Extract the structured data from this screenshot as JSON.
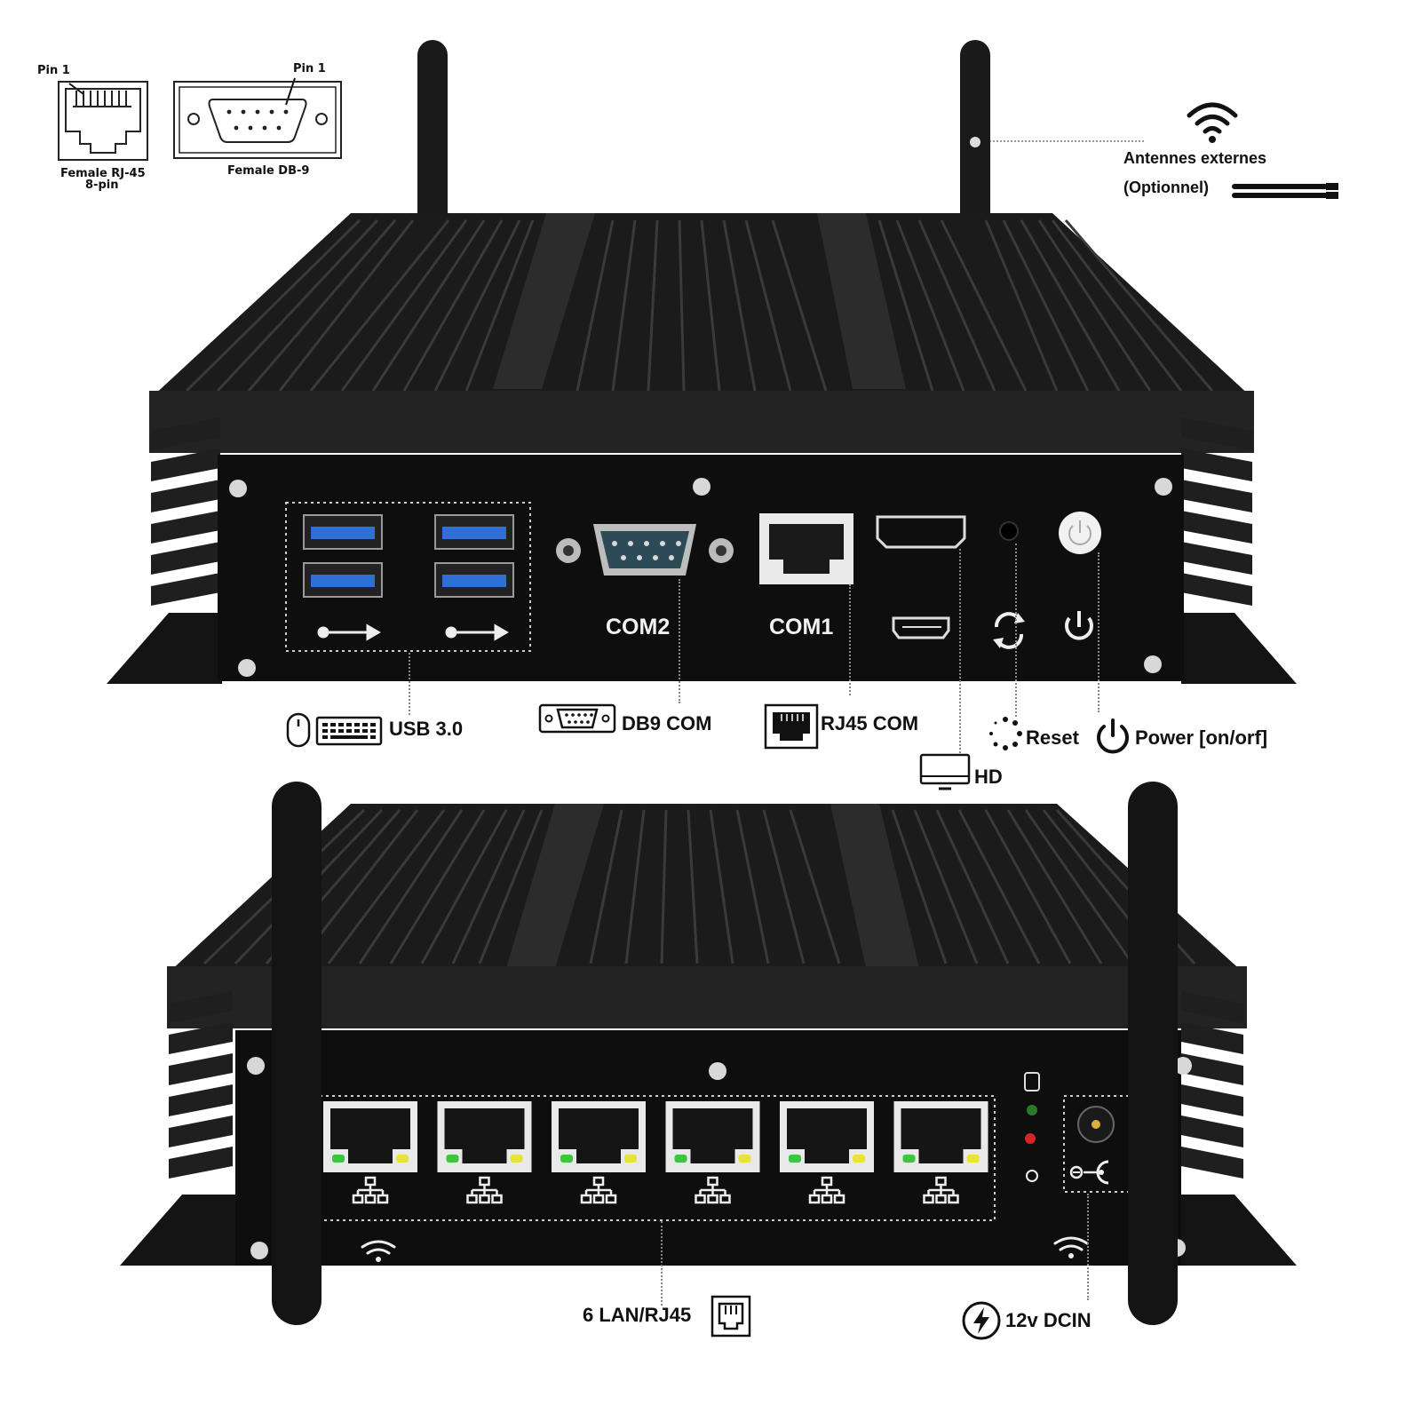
{
  "diagram_top": {
    "rj45_pin": "Pin 1",
    "rj45_caption": "Female RJ-45",
    "rj45_sub": "8-pin",
    "db9_pin": "Pin 1",
    "db9_caption": "Female DB-9"
  },
  "antennas": {
    "title": "Antennes externes",
    "sub": "(Optionnel)"
  },
  "front_panel": {
    "com2": "COM2",
    "com1": "COM1"
  },
  "front_legend": {
    "usb": "USB 3.0",
    "db9": "DB9 COM",
    "rj45": "RJ45 COM",
    "reset": "Reset",
    "power": "Power [on/orf]",
    "hd": "HD"
  },
  "rear_legend": {
    "lan": "6 LAN/RJ45",
    "dc": "12v DCIN"
  },
  "colors": {
    "chassis": "#151515",
    "fins": "#262626",
    "usb_blue": "#2f6fd6",
    "led_green": "#3fc43f",
    "led_yellow": "#e8e23a",
    "led_red": "#d62424"
  },
  "icons": {
    "wifi": "wifi-icon",
    "mouse": "mouse-icon",
    "keyboard": "keyboard-icon",
    "monitor": "monitor-icon",
    "lightning": "lightning-icon",
    "power": "power-icon",
    "reset": "reset-icon"
  }
}
